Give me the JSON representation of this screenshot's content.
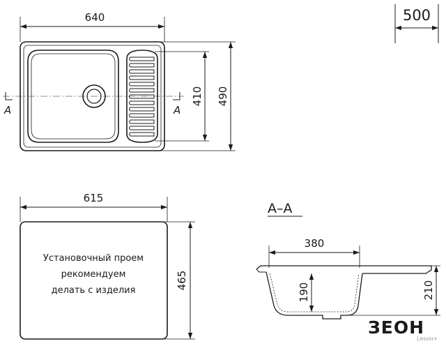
{
  "top_view": {
    "width_label": "640",
    "depth_label": "490",
    "bowl_depth_label": "410",
    "section_mark_left": "A",
    "section_mark_right": "A"
  },
  "thickness_box": {
    "value_label": "500"
  },
  "cutout_view": {
    "width_label": "615",
    "height_label": "465",
    "note_lines": [
      "Установочный проем",
      "рекомендуем",
      "делать с изделия"
    ]
  },
  "section_view": {
    "title": "A–A",
    "bowl_width_label": "380",
    "bowl_inner_depth_label": "190",
    "total_depth_label": "210"
  },
  "brand": {
    "logo_text": "ЗЕОН",
    "small_text": "Lesoн+"
  }
}
